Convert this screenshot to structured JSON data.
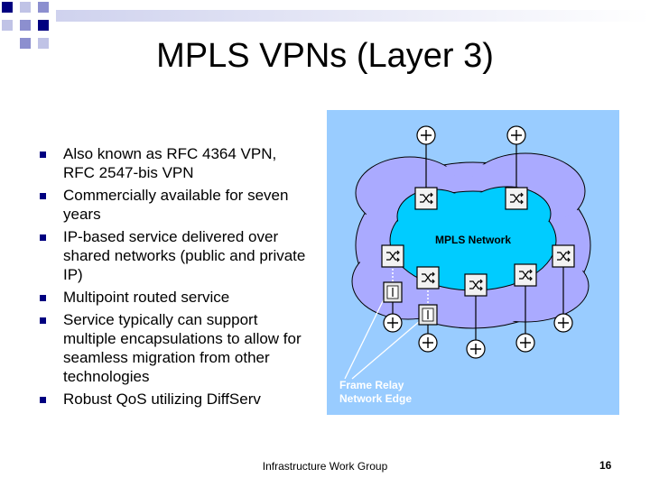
{
  "slide": {
    "title": "MPLS VPNs (Layer 3)",
    "bullets": [
      "Also known as RFC 4364 VPN, RFC 2547-bis VPN",
      "Commercially available for seven years",
      "IP-based service delivered over shared networks (public and private IP)",
      "Multipoint routed service",
      "Service typically can support multiple encapsulations to allow for seamless migration from other technologies",
      "Robust QoS utilizing DiffServ"
    ],
    "footer": "Infrastructure Work Group",
    "page_number": "16"
  },
  "diagram": {
    "network_label": "MPLS Network",
    "edge_label_line1": "Frame Relay",
    "edge_label_line2": "Network Edge"
  },
  "colors": {
    "accent_navy": "#000080",
    "diagram_background": "#99ccff",
    "cloud_outer": "#aaaaff",
    "cloud_inner": "#00ccff"
  }
}
